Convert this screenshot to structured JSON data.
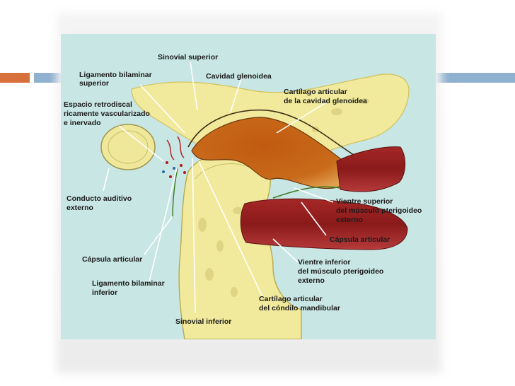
{
  "diagram": {
    "labels": {
      "sinovial_superior": "Sinovial superior",
      "ligamento_bilaminar_superior": [
        "Ligamento bilaminar",
        "superior"
      ],
      "cavidad_glenoidea": "Cavidad glenoidea",
      "espacio_retrodiscal": [
        "Espacio retrodiscal",
        "ricamente vascularizado",
        "e inervado"
      ],
      "cartilago_cavidad": [
        "Cartílago articular",
        "de la cavidad glenoidea"
      ],
      "conducto_auditivo": [
        "Conducto auditivo",
        "externo"
      ],
      "vientre_superior": [
        "Vientre superior",
        "del músculo pterigoideo",
        "externo"
      ],
      "capsula_articular_right": "Cápsula articular",
      "capsula_articular_left": "Cápsula articular",
      "vientre_inferior": [
        "Vientre inferior",
        "del músculo pterigoideo",
        "externo"
      ],
      "ligamento_bilaminar_inferior": [
        "Ligamento bilaminar",
        "inferior"
      ],
      "cartilago_condilo": [
        "Cartílago articular",
        "del cóndilo mandibular"
      ],
      "sinovial_inferior": "Sinovial inferior"
    }
  },
  "colors": {
    "background": "#c8e6e3",
    "bone": "#f1ea9c",
    "bone_dark": "#d9cc6a",
    "disc": "#c96a1a",
    "muscle": "#9b2020",
    "muscle_dark": "#6e1414",
    "accent_orange": "#d8703c",
    "accent_blue": "#8fb0cf"
  }
}
